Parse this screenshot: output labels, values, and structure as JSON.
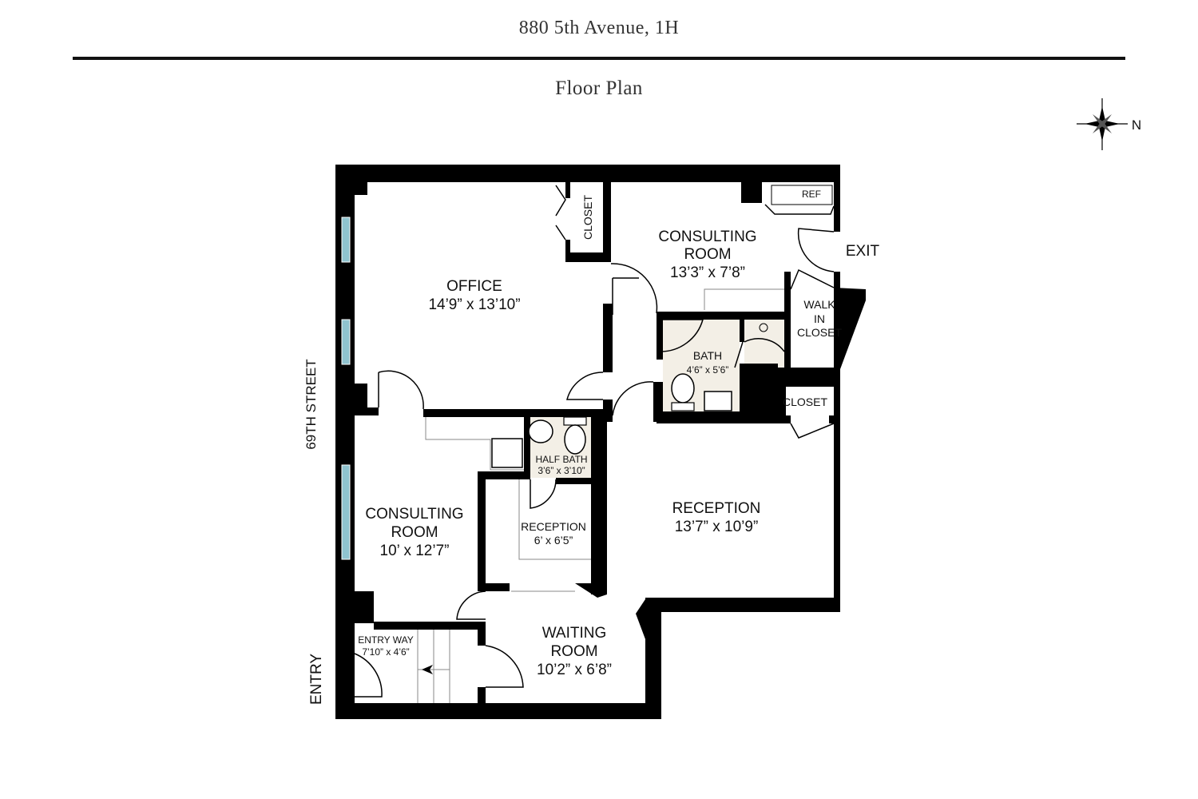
{
  "header": {
    "title": "880 5th Avenue, 1H",
    "subtitle": "Floor Plan"
  },
  "compass": {
    "label": "N",
    "icon": "compass-rose-icon"
  },
  "colors": {
    "walls": "#000000",
    "windows": "#8fc3cf",
    "tile": "#f3efe6"
  },
  "labels": {
    "street": "69TH STREET",
    "entry": "ENTRY",
    "exit": "EXIT"
  },
  "rooms": {
    "office": {
      "name": "OFFICE",
      "dims": "14’9” x 13’10”"
    },
    "closet_office": {
      "name": "CLOSET"
    },
    "consulting_top": {
      "name1": "CONSULTING",
      "name2": "ROOM",
      "dims": "13’3” x 7’8”"
    },
    "ref": {
      "name": "REF"
    },
    "walk_in": {
      "name1": "WALK",
      "name2": "IN",
      "name3": "CLOSET"
    },
    "bath": {
      "name": "BATH",
      "dims": "4’6” x 5’6”"
    },
    "closet_right": {
      "name": "CLOSET"
    },
    "half_bath": {
      "name": "HALF BATH",
      "dims": "3’6” x 3’10”"
    },
    "consulting_left": {
      "name1": "CONSULTING",
      "name2": "ROOM",
      "dims": "10’ x 12’7”"
    },
    "reception_small": {
      "name": "RECEPTION",
      "dims": "6’ x 6’5”"
    },
    "reception": {
      "name": "RECEPTION",
      "dims": "13’7” x 10’9”"
    },
    "waiting": {
      "name1": "WAITING",
      "name2": "ROOM",
      "dims": "10’2” x 6’8”"
    },
    "entry_way": {
      "name": "ENTRY WAY",
      "dims": "7’10” x 4’6”"
    }
  }
}
